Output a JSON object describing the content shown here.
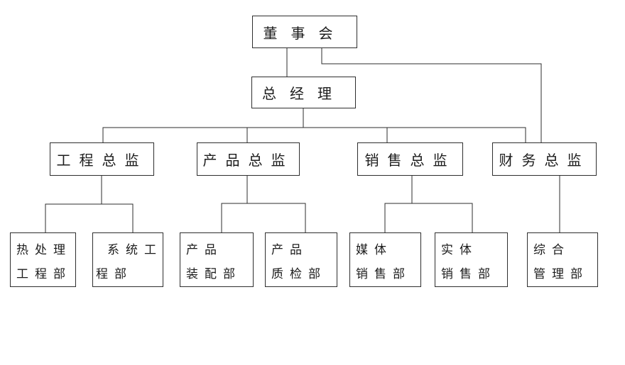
{
  "diagram": {
    "type": "org-chart",
    "background_color": "#ffffff",
    "line_color": "#2e2e2e",
    "text_color": "#1c1c1c",
    "nodes": {
      "board": {
        "label": "董事会"
      },
      "gm": {
        "label": "总经理"
      },
      "eng": {
        "label": "工程总监"
      },
      "prod": {
        "label": "产品总监"
      },
      "sales": {
        "label": "销售总监"
      },
      "fin": {
        "label": "财务总监"
      },
      "heat": {
        "line1": "热处理",
        "line2": "工程部",
        "full": "热处理工程部"
      },
      "sys": {
        "line1": "系统工",
        "line2": "程部",
        "full": "系统工程部"
      },
      "assembly": {
        "line1": "产品",
        "line2": "装配部",
        "full": "产品装配部"
      },
      "qc": {
        "line1": "产品",
        "line2": "质检部",
        "full": "产品质检部"
      },
      "media": {
        "line1": "媒体",
        "line2": "销售部",
        "full": "媒体销售部"
      },
      "physical": {
        "line1": "实体",
        "line2": "销售部",
        "full": "实体销售部"
      },
      "admin": {
        "line1": "综合",
        "line2": "管理部",
        "full": "综合管理部"
      }
    },
    "hierarchy": {
      "董事会": [
        "总经理",
        "财务总监"
      ],
      "总经理": [
        "工程总监",
        "产品总监",
        "销售总监",
        "财务总监"
      ],
      "工程总监": [
        "热处理工程部",
        "系统工程部"
      ],
      "产品总监": [
        "产品装配部",
        "产品质检部"
      ],
      "销售总监": [
        "媒体销售部",
        "实体销售部"
      ],
      "财务总监": [
        "综合管理部"
      ]
    }
  }
}
